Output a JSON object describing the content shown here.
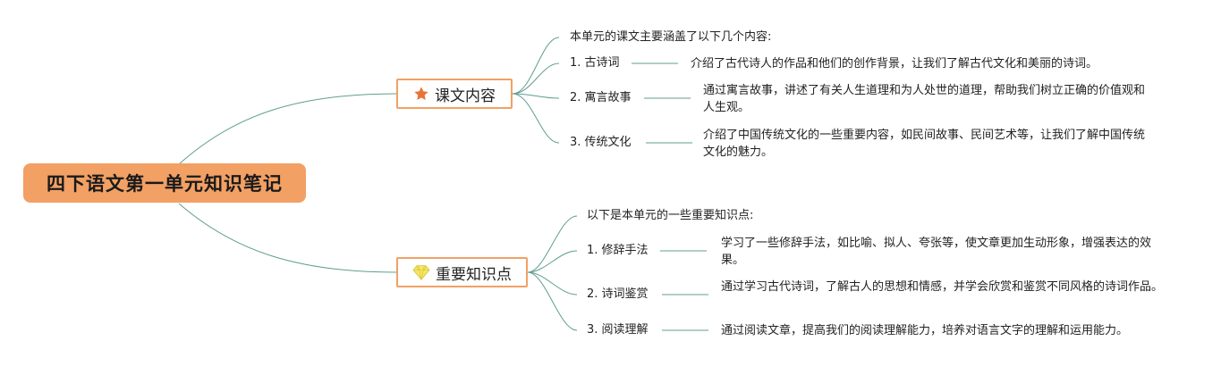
{
  "root": {
    "title": "四下语文第一单元知识笔记"
  },
  "branches": [
    {
      "label": "课文内容",
      "icon": "star-icon",
      "intro": "本单元的课文主要涵盖了以下几个内容:",
      "items": [
        {
          "label": "1. 古诗词",
          "desc": "介绍了古代诗人的作品和他们的创作背景，让我们了解古代文化和美丽的诗词。"
        },
        {
          "label": "2. 寓言故事",
          "desc": "通过寓言故事，讲述了有关人生道理和为人处世的道理，帮助我们树立正确的价值观和人生观。"
        },
        {
          "label": "3. 传统文化",
          "desc": "介绍了中国传统文化的一些重要内容，如民间故事、民间艺术等，让我们了解中国传统文化的魅力。"
        }
      ]
    },
    {
      "label": "重要知识点",
      "icon": "diamond-icon",
      "intro": "以下是本单元的一些重要知识点:",
      "items": [
        {
          "label": "1. 修辞手法",
          "desc": "学习了一些修辞手法，如比喻、拟人、夸张等，使文章更加生动形象，增强表达的效果。"
        },
        {
          "label": "2. 诗词鉴赏",
          "desc": "通过学习古代诗词，了解古人的思想和情感，并学会欣赏和鉴赏不同风格的诗词作品。"
        },
        {
          "label": "3. 阅读理解",
          "desc": "通过阅读文章，提高我们的阅读理解能力，培养对语言文字的理解和运用能力。"
        }
      ]
    }
  ],
  "colors": {
    "root_fill": "#f2a064",
    "branch_border": "#f2a064",
    "connector": "#5f9e8f",
    "star": "#e8733a",
    "diamond": "#f5e663"
  }
}
